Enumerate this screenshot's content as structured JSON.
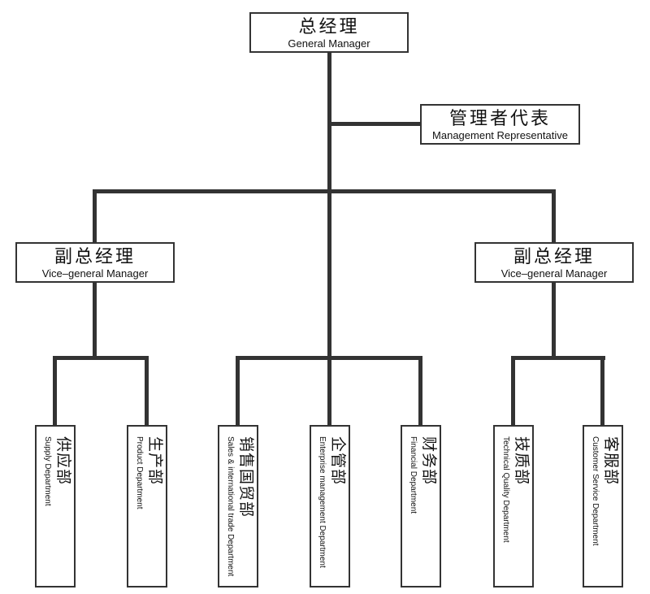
{
  "palette": {
    "line": "#333333",
    "box_border": "#333333",
    "text": "#111111",
    "background": "#ffffff"
  },
  "org": {
    "general_manager": {
      "zh": "总经理",
      "en": "General Manager"
    },
    "management_representative": {
      "zh": "管理者代表",
      "en": "Management Representative"
    },
    "vice_general_managers": [
      {
        "zh": "副总经理",
        "en": "Vice–general Manager"
      },
      {
        "zh": "副总经理",
        "en": "Vice–general Manager"
      }
    ],
    "department_groups": {
      "under_left_vice": [
        {
          "zh": "供应部",
          "en": "Supply Department"
        },
        {
          "zh": "生产部",
          "en": "Product Department"
        }
      ],
      "under_general_manager": [
        {
          "zh": "销售国贸部",
          "en": "Sales & international trade Department"
        },
        {
          "zh": "企管部",
          "en": "Enterprise management Department"
        },
        {
          "zh": "财务部",
          "en": "Financial Department"
        }
      ],
      "under_right_vice": [
        {
          "zh": "技质部",
          "en": "Technical Quality Department"
        },
        {
          "zh": "客服部",
          "en": "Customer Service Department"
        }
      ]
    }
  }
}
